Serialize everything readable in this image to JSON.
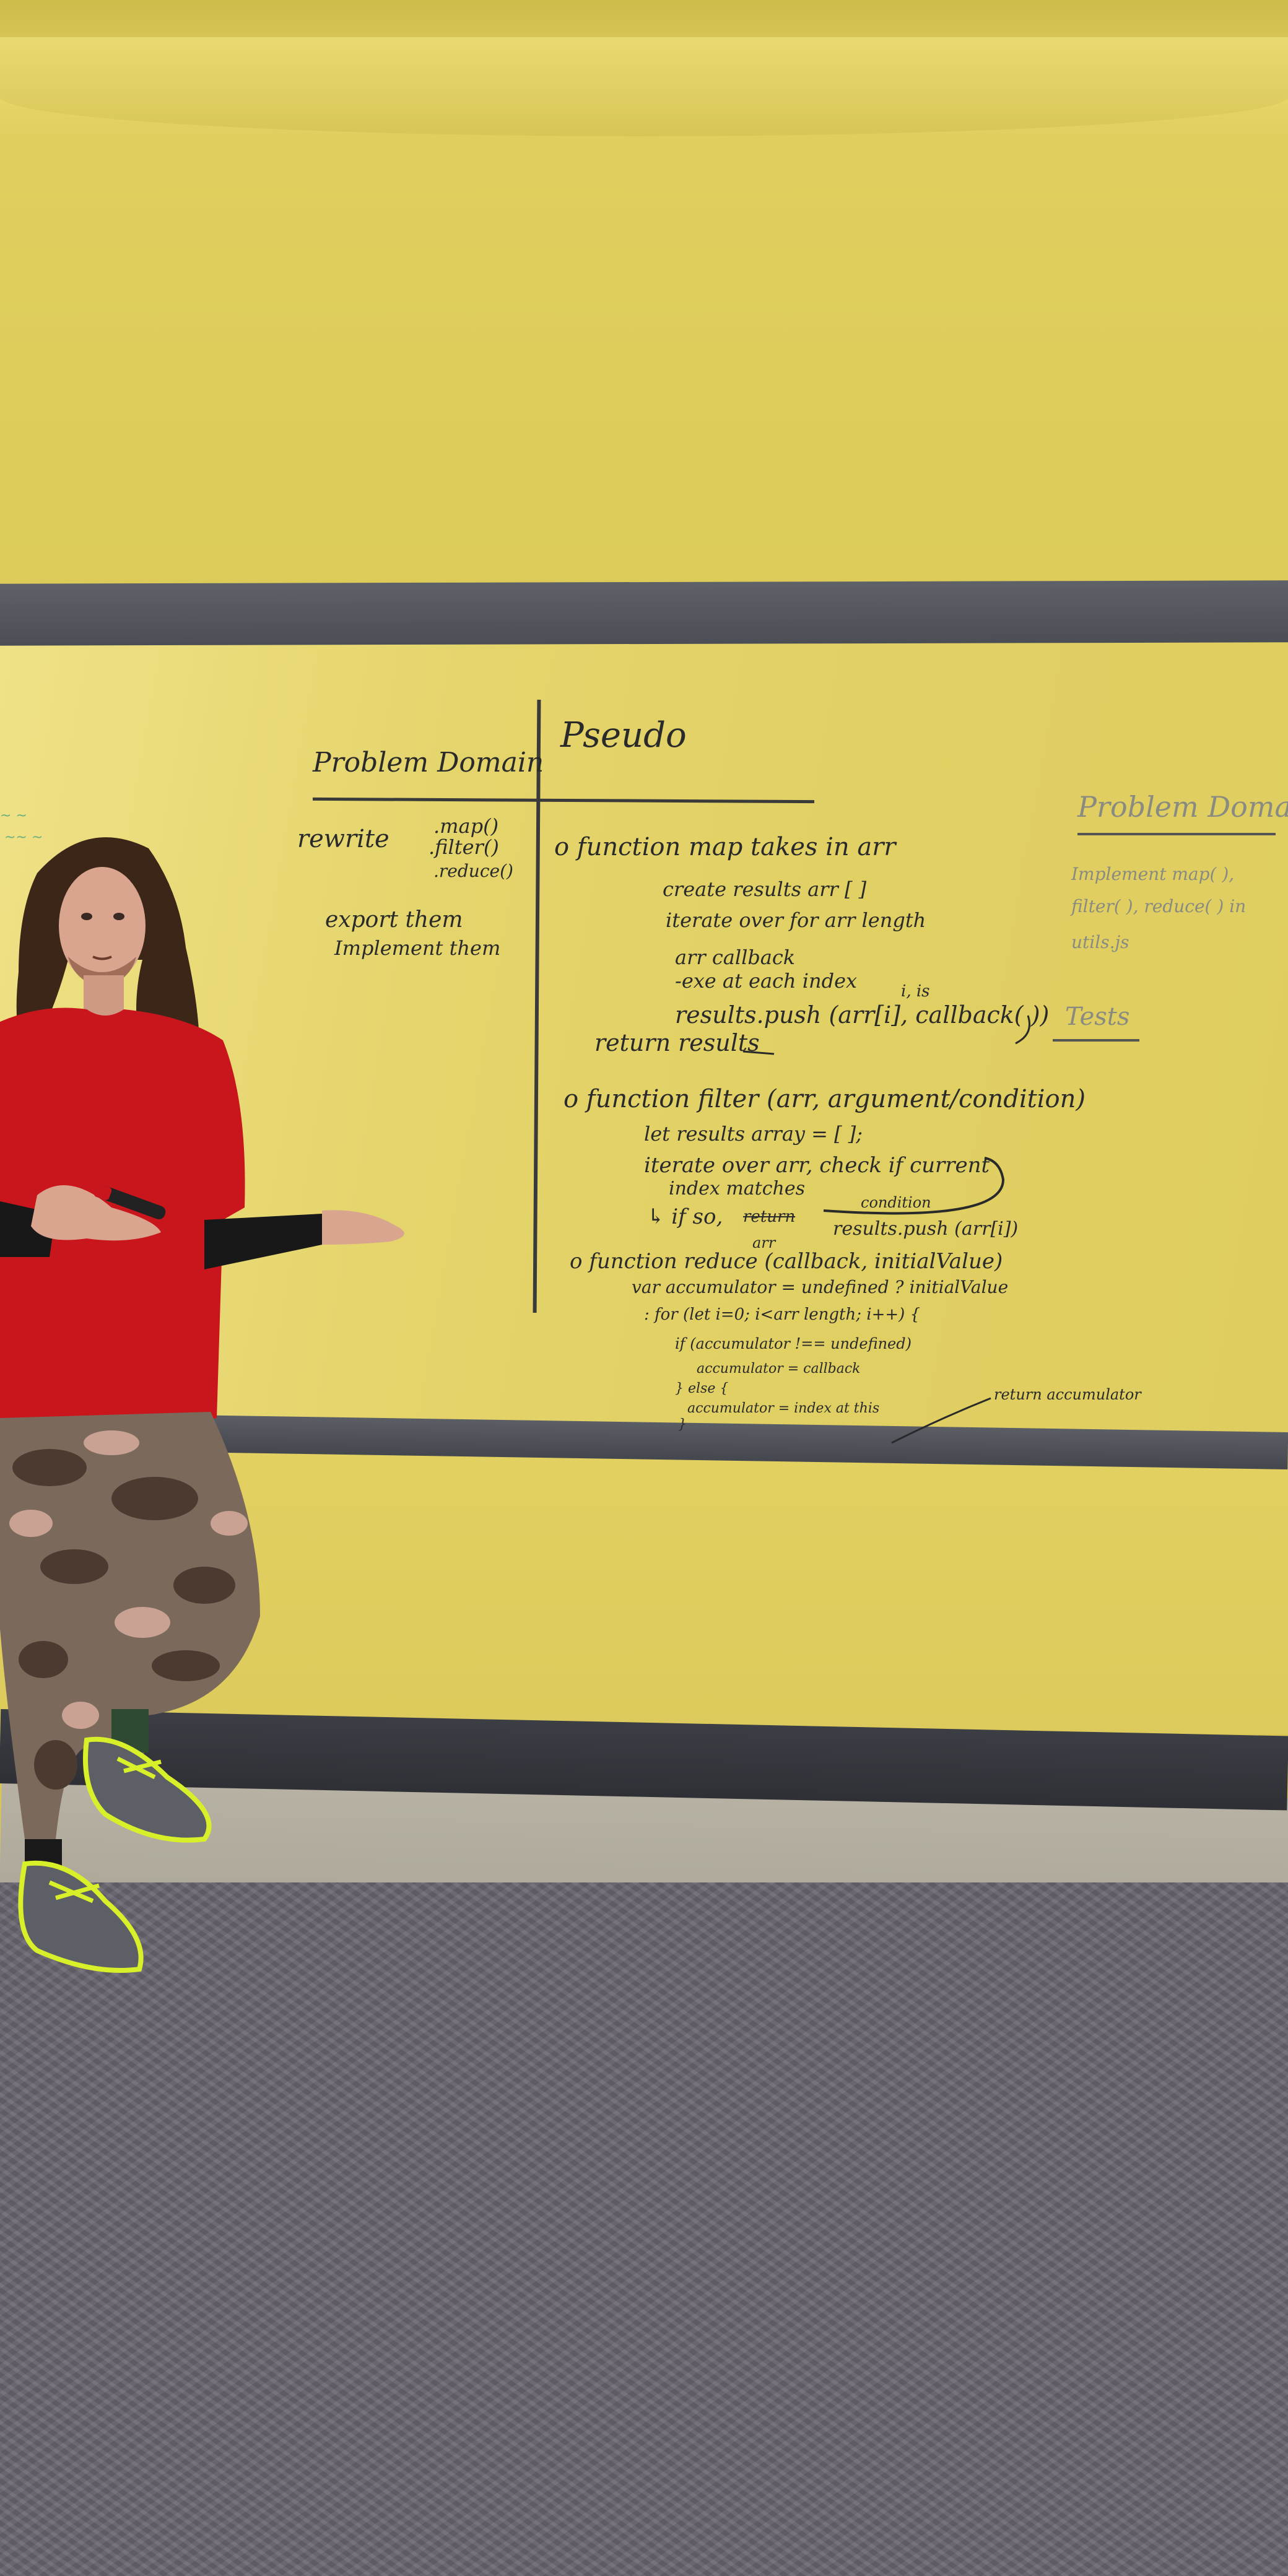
{
  "whiteboard": {
    "left_section": {
      "title": "Problem Domain",
      "rewrite": "rewrite",
      "methods": [
        ".map()",
        ".filter()",
        ".reduce()"
      ],
      "export": "export them",
      "implement": "Implement them"
    },
    "pseudo": {
      "title": "Pseudo",
      "map_lines": [
        "o function map takes in arr",
        "create results arr [ ]",
        "iterate over for arr length",
        "arr callback",
        "-exe at each index",
        "results.push (arr[i], callback( ))",
        "return results"
      ],
      "map_note": "i, is",
      "filter_lines": [
        "o function filter (arr, argument/condition)",
        "let results array = [ ];",
        "iterate over arr, check if current",
        "index matches",
        "↳ if so,",
        "results.push (arr[i])"
      ],
      "filter_note": "condition",
      "filter_struck": "return",
      "reduce_lines": [
        "o function reduce (callback, initialValue)",
        "var accumulator = undefined ? initialValue",
        ": for (let i=0; i<arr length; i++) {",
        "if (accumulator !== undefined)",
        "accumulator = callback",
        "} else {",
        "accumulator = index at this",
        "}"
      ],
      "reduce_note": "arr",
      "return_note": "return accumulator"
    },
    "right_section": {
      "title": "Problem Domain",
      "lines": [
        "Implement map( ),",
        "filter( ), reduce( ) in",
        "utils.js"
      ],
      "tests": "Tests"
    }
  },
  "colors": {
    "wall": "#dccb58",
    "board": "#e4d46b",
    "rail": "#4c4e56",
    "shirt": "#c8161c",
    "carpet": "#6a6670",
    "shoelace": "#d8f02a"
  }
}
